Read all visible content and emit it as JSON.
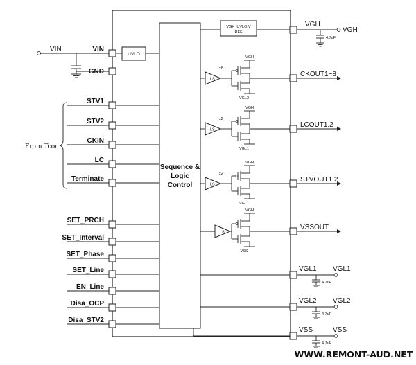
{
  "chip": {
    "logic_lines": [
      "Sequence &",
      "Logic",
      "Control"
    ],
    "uvlo_label": "UVLO",
    "ref_lines": [
      "VGH_UVLO,V",
      "REF"
    ]
  },
  "left_pins": {
    "vin": "VIN",
    "gnd": "GND",
    "from_tcon": "From Tcon",
    "tcon_inputs": [
      "STV1",
      "STV2",
      "CKIN",
      "LC",
      "Terminate"
    ],
    "set_inputs": [
      "SET_PRCH",
      "SET_Interval",
      "SET_Phase",
      "SET_Line",
      "EN_Line",
      "Disa_OCP",
      "Disa_STV2"
    ]
  },
  "external": {
    "vin": "VIN",
    "vgh": "VGH",
    "vgl1": "VGL1",
    "vgl2": "VGL2",
    "vss": "VSS",
    "cap_value": "4.7uF"
  },
  "outputs": [
    {
      "pin": "CKOUT1~8",
      "mult": "x8",
      "top": "VGH",
      "bottom": "VGL2"
    },
    {
      "pin": "LCOUT1,2",
      "mult": "x2",
      "top": "VGH",
      "bottom": "VGL1"
    },
    {
      "pin": "STVOUT1,2",
      "mult": "x2",
      "top": "VGH",
      "bottom": "VGL1"
    },
    {
      "pin": "VSSOUT",
      "mult": "",
      "top": "VGH",
      "bottom": "VSS"
    }
  ],
  "supply_pins": {
    "vgh": "VGH",
    "vgl1": "VGL1",
    "vgl2": "VGL2",
    "vss": "VSS"
  },
  "ls_label": "LS",
  "watermark": "WWW.REMONT-AUD.NET"
}
